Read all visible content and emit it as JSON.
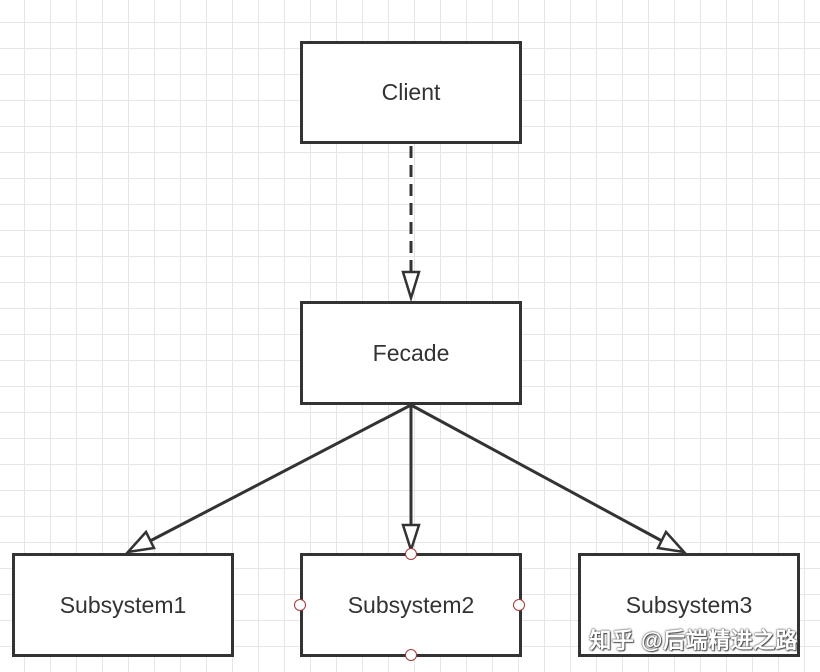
{
  "diagram": {
    "nodes": [
      {
        "id": "client",
        "label": "Client"
      },
      {
        "id": "fecade",
        "label": "Fecade"
      },
      {
        "id": "sub1",
        "label": "Subsystem1"
      },
      {
        "id": "sub2",
        "label": "Subsystem2"
      },
      {
        "id": "sub3",
        "label": "Subsystem3"
      }
    ],
    "edges": [
      {
        "from": "client",
        "to": "fecade",
        "style": "dashed",
        "head": "hollow-triangle"
      },
      {
        "from": "fecade",
        "to": "sub1",
        "style": "solid",
        "head": "hollow-triangle"
      },
      {
        "from": "fecade",
        "to": "sub2",
        "style": "solid",
        "head": "hollow-triangle"
      },
      {
        "from": "fecade",
        "to": "sub3",
        "style": "solid",
        "head": "hollow-triangle"
      }
    ],
    "selected_node": "sub2"
  },
  "watermark": "知乎 @后端精进之路",
  "colors": {
    "line": "#333333",
    "handle": "#a23b3b",
    "grid": "#e6e6e6",
    "background": "#ffffff"
  }
}
